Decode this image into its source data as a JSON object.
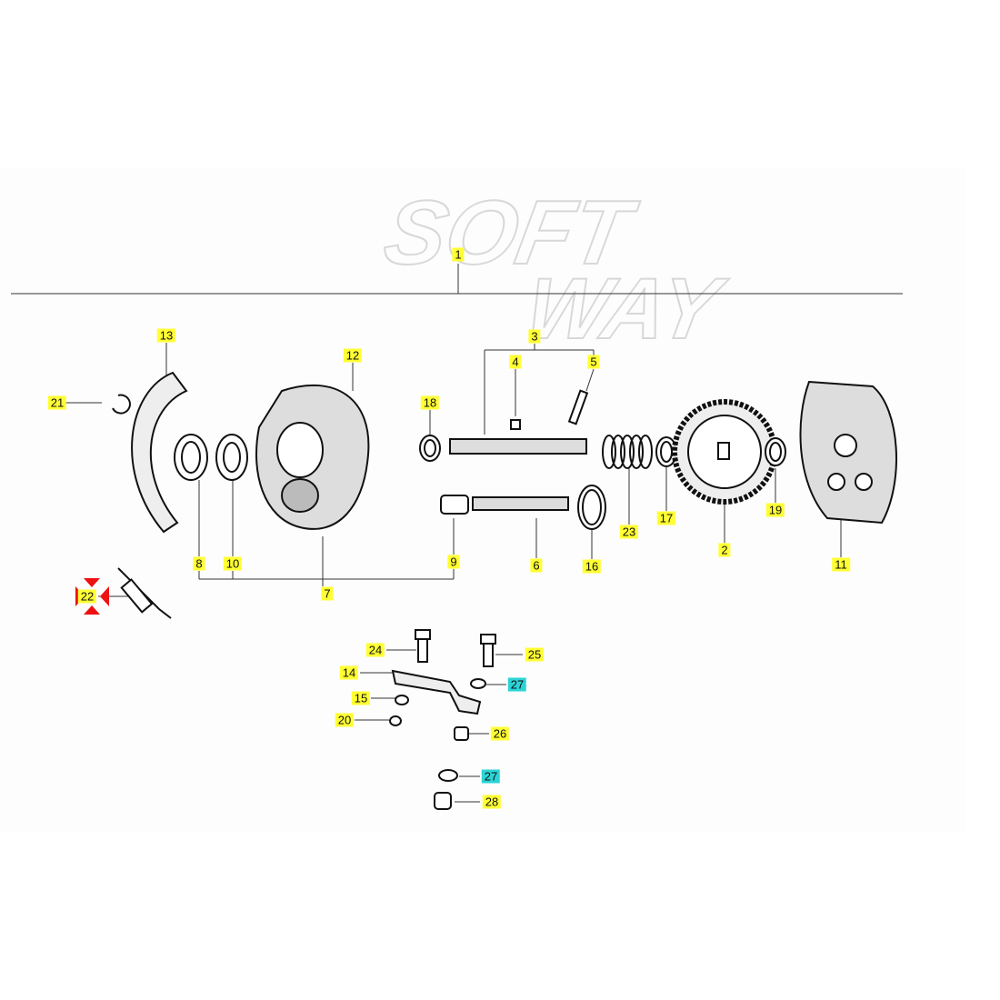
{
  "watermark": {
    "line1": "SOFT",
    "line2": "WAY"
  },
  "colors": {
    "highlight": "#ffff33",
    "highlight_alt": "#2bd3d6",
    "marker": "#ee1111"
  },
  "callouts": [
    {
      "id": "1",
      "style": "y"
    },
    {
      "id": "3",
      "style": "y"
    },
    {
      "id": "4",
      "style": "y"
    },
    {
      "id": "5",
      "style": "y"
    },
    {
      "id": "13",
      "style": "y"
    },
    {
      "id": "12",
      "style": "y"
    },
    {
      "id": "18",
      "style": "y"
    },
    {
      "id": "21",
      "style": "y"
    },
    {
      "id": "8",
      "style": "y"
    },
    {
      "id": "10",
      "style": "y"
    },
    {
      "id": "9",
      "style": "y"
    },
    {
      "id": "6",
      "style": "y"
    },
    {
      "id": "16",
      "style": "y"
    },
    {
      "id": "23",
      "style": "y"
    },
    {
      "id": "17",
      "style": "y"
    },
    {
      "id": "2",
      "style": "y"
    },
    {
      "id": "19",
      "style": "y"
    },
    {
      "id": "11",
      "style": "y"
    },
    {
      "id": "7",
      "style": "y"
    },
    {
      "id": "22",
      "style": "y",
      "selected": true
    },
    {
      "id": "24",
      "style": "y"
    },
    {
      "id": "25",
      "style": "y"
    },
    {
      "id": "14",
      "style": "y"
    },
    {
      "id": "27",
      "style": "c"
    },
    {
      "id": "15",
      "style": "y"
    },
    {
      "id": "20",
      "style": "y"
    },
    {
      "id": "26",
      "style": "y"
    },
    {
      "id": "27",
      "style": "c"
    },
    {
      "id": "28",
      "style": "y"
    }
  ]
}
